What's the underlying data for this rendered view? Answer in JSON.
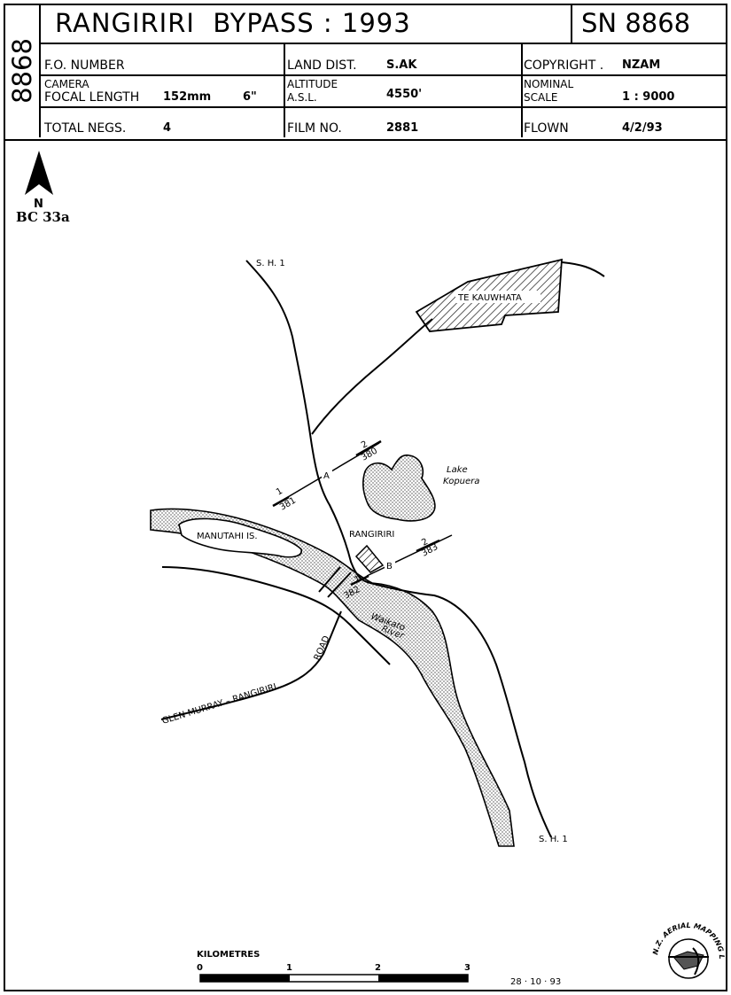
{
  "header": {
    "side_number": "8868",
    "title": "RANGIRIRI  BYPASS : 1993",
    "sn_label": "SN 8868",
    "fo_number_label": "F.O. NUMBER",
    "land_dist_label": "LAND DIST.",
    "land_dist_value": "S.AK",
    "copyright_label": "COPYRIGHT .",
    "copyright_value": "NZAM",
    "camera_label": "CAMERA",
    "focal_length_label": "FOCAL LENGTH",
    "focal_mm": "152mm",
    "focal_in": "6\"",
    "altitude_label": "ALTITUDE",
    "asl_label": "A.S.L.",
    "altitude_value": "4550'",
    "nominal_label": "NOMINAL",
    "scale_label": "SCALE",
    "scale_value": "1 : 9000",
    "total_negs_label": "TOTAL NEGS.",
    "total_negs_value": "4",
    "film_no_label": "FILM NO.",
    "film_no_value": "2881",
    "flown_label": "FLOWN",
    "flown_value": "4/2/93"
  },
  "map": {
    "north_label": "N",
    "index_code": "BC 33a",
    "sh1_north": "S. H. 1",
    "sh1_south": "S. H. 1",
    "town": "TE KAUWHATA",
    "lake_line1": "Lake",
    "lake_line2": "Kopuera",
    "island": "MANUTAHI IS.",
    "settlement": "RANGIRIRI",
    "river_line1": "Waikato",
    "river_line2": "River",
    "road_left": "GLEN MURRAY – RANGIRIRI",
    "road_right": "ROAD",
    "run_a_label": "A",
    "run_a_start_num": "1",
    "run_a_start_frame": "381",
    "run_a_end_num": "2",
    "run_a_end_frame": "380",
    "run_b_label": "B",
    "run_b_start_num": "1",
    "run_b_start_frame": "382",
    "run_b_end_num": "2",
    "run_b_end_frame": "383"
  },
  "scale_bar": {
    "title": "KILOMETRES",
    "ticks": [
      "0",
      "1",
      "2",
      "3"
    ],
    "date": "28 · 10 · 93"
  },
  "logo": {
    "text": "N.Z. AERIAL MAPPING LTD"
  },
  "colors": {
    "ink": "#000000",
    "paper": "#ffffff"
  }
}
